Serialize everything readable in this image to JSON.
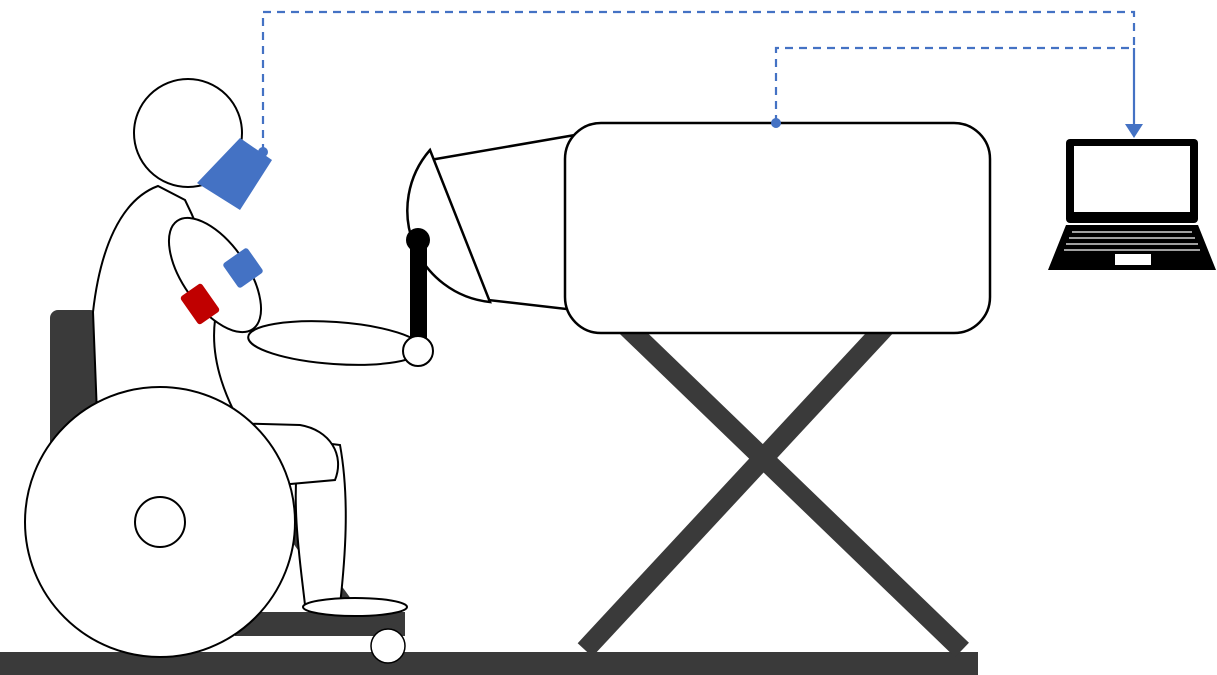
{
  "diagram": {
    "background": "#ffffff",
    "colors": {
      "outline": "#000000",
      "frame": "#3a3a3a",
      "connection": "#4472c4",
      "blue_sensor": "#4472c4",
      "red_sensor": "#c00000",
      "fill": "#ffffff"
    },
    "components": [
      {
        "name": "participant",
        "icon": "person-figure-icon"
      },
      {
        "name": "wheelchair",
        "icon": "wheelchair-icon"
      },
      {
        "name": "head-sensor",
        "icon": "sensor-box-icon",
        "color": "blue"
      },
      {
        "name": "arm-sensor-blue",
        "icon": "sensor-patch-icon",
        "color": "blue"
      },
      {
        "name": "arm-sensor-red",
        "icon": "sensor-patch-icon",
        "color": "red"
      },
      {
        "name": "robot-manipulandum",
        "icon": "robot-device-icon"
      },
      {
        "name": "handle",
        "icon": "joystick-handle-icon"
      },
      {
        "name": "scissor-table",
        "icon": "scissor-lift-icon"
      },
      {
        "name": "laptop",
        "icon": "laptop-icon"
      }
    ],
    "connections": [
      {
        "from": "head-sensor",
        "to": "laptop",
        "style": "dashed"
      },
      {
        "from": "robot-manipulandum",
        "to": "laptop",
        "style": "dashed"
      }
    ]
  }
}
